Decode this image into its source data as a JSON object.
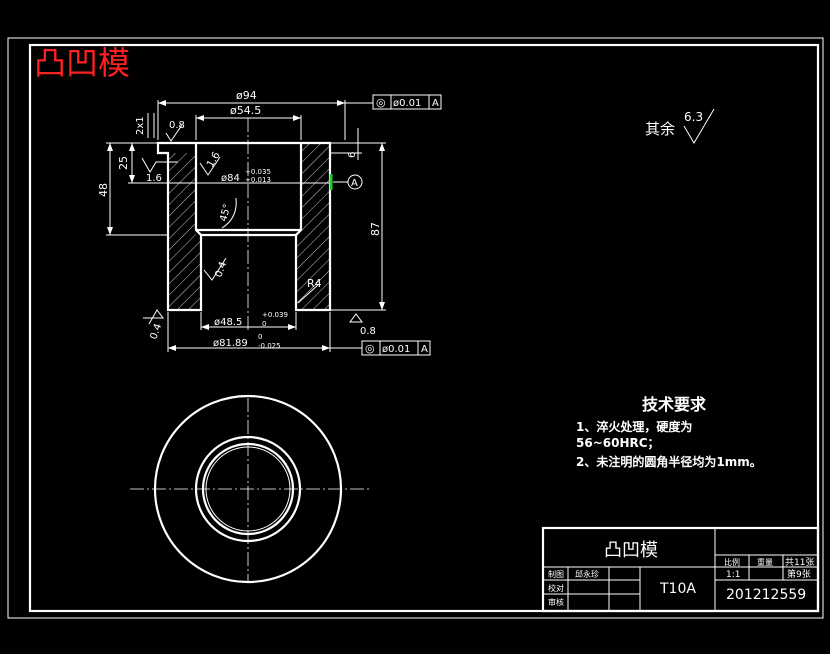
{
  "drawing": {
    "title_red": "凸凹模",
    "roughness_note": {
      "prefix": "其余",
      "value": "6.3"
    },
    "dimensions": {
      "d94": "ø94",
      "d54_5": "ø54.5",
      "chamfer": "2x1",
      "r08_top": "0.8",
      "r16_left": "1.6",
      "r16_mid": "1.6",
      "d84": "ø84",
      "d84_tol_up": "+0.035",
      "d84_tol_low": "+0.013",
      "angle45": "45°",
      "r04_mid": "0.4",
      "h25": "25",
      "h48": "48",
      "h6": "6",
      "h87": "87",
      "radius": "R4",
      "d48": "ø48.5",
      "d48_tol_up": "+0.039",
      "d48_tol_low": "0",
      "d81": "ø81.89",
      "d81_tol_up": "0",
      "d81_tol_low": "-0.025",
      "r04_left": "0.4",
      "r08_right": "0.8",
      "datum": "A"
    },
    "tolerance_frames": [
      {
        "symbol": "◎",
        "value": "ø0.01",
        "datum": "A"
      },
      {
        "symbol": "◎",
        "value": "ø0.01",
        "datum": "A"
      }
    ]
  },
  "requirements": {
    "heading": "技术要求",
    "line1": "1、淬火处理，硬度为",
    "line2": "56~60HRC；",
    "line3": "2、未注明的圆角半径均为1mm。"
  },
  "title_block": {
    "part_name": "凸凹模",
    "material": "T10A",
    "drawing_number": "201212559",
    "scale_label": "比例",
    "scale_value": "1:1",
    "weight_label": "重量",
    "sheets_total": "共11张",
    "sheet_no": "第9张",
    "drawn_label": "制图",
    "drawn_by": "邱永珍",
    "checked_label": "校对",
    "approved_label": "审核"
  }
}
